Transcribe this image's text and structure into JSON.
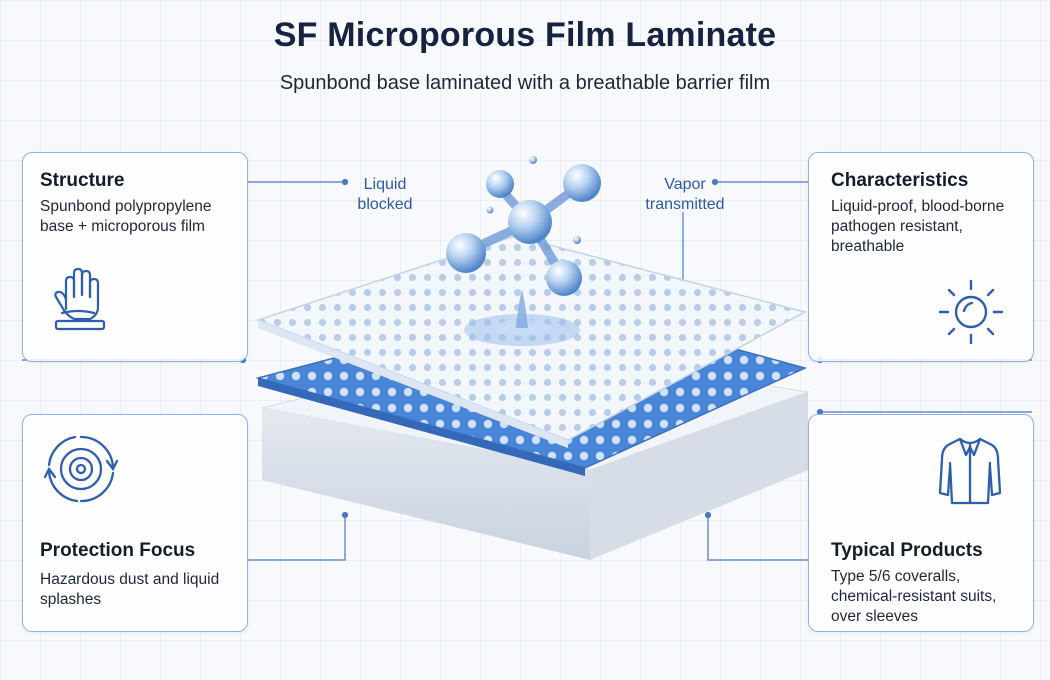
{
  "title": "SF Microporous Film Laminate",
  "subtitle": "Spunbond base laminated with a breathable barrier film",
  "callouts": {
    "liquid": "Liquid\nblocked",
    "vapor": "Vapor\ntransmitted"
  },
  "cards": {
    "structure": {
      "heading": "Structure",
      "body": "Spunbond polypropylene base + microporous film",
      "icon": "glove-hand-icon"
    },
    "characteristics": {
      "heading": "Characteristics",
      "body": "Liquid-proof, blood-borne pathogen resistant, breathable",
      "icon": "sun-icon"
    },
    "protection": {
      "heading": "Protection Focus",
      "body": "Hazardous dust and liquid splashes",
      "icon": "target-rings-icon"
    },
    "products": {
      "heading": "Typical Products",
      "body": "Type 5/6 coveralls, chemical-resistant suits, over sleeves",
      "icon": "coverall-jacket-icon"
    }
  },
  "colors": {
    "accent": "#2a5aa8",
    "card_border": "#8fb1e3",
    "film_blue": "#4a86d8",
    "top_film": "#eef3fb",
    "base_layer": "#e8edf4"
  }
}
